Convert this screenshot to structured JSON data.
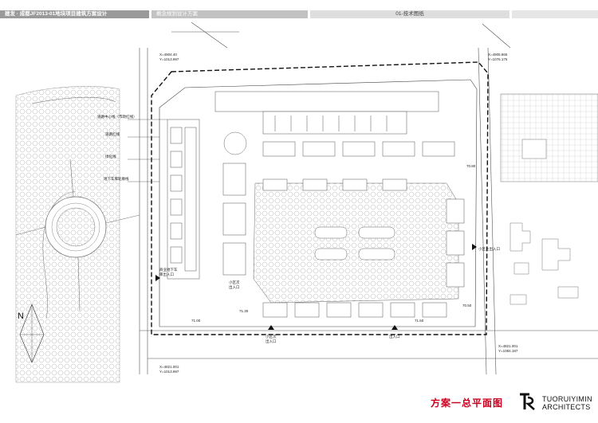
{
  "header": {
    "project": "建发 · 成都JF2013-01地块项目建筑方案设计",
    "phase": "概念规划设计方案",
    "sheet": "01-技术图纸"
  },
  "labels": {
    "road_center": "道路中心线（市政红线）",
    "road_red_line": "道路红线",
    "green_line": "绿化线",
    "underground_garage": "地下车库轮廓线",
    "biz_parking": "商业地下车",
    "biz_entry": "库出入口",
    "small_entry_a": "小区次",
    "small_entry_b": "出入口",
    "main_entry_right": "小区主出入口",
    "entry_b1": "出入口",
    "entry_b2": "出入口",
    "small_entry_c": "小区次",
    "north": "N",
    "coord_tl": "X=4904.40",
    "coord_tl2": "Y=1013.997",
    "coord_tr": "X=4905.865",
    "coord_tr2": "Y=1076.175",
    "coord_br": "X=4821.001",
    "coord_br2": "Y=1084.187",
    "coord_bl": "X=4821.001",
    "coord_bl2": "Y=1013.997",
    "elev_1": "71.00",
    "elev_2": "71.30",
    "elev_3": "71.50",
    "elev_4": "70.80",
    "elev_5": "70.50"
  },
  "footer": {
    "title": "方案一总平面图",
    "brand_line1": "TUORUIYIMIN",
    "brand_line2": "ARCHITECTS"
  }
}
